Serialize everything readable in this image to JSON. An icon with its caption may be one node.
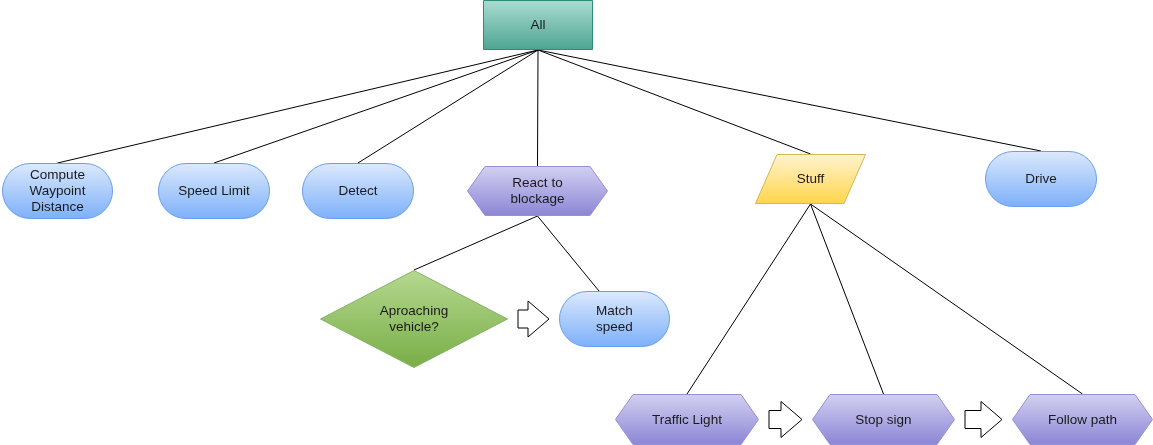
{
  "diagram": {
    "nodes": [
      {
        "text": [
          "All"
        ]
      },
      {
        "text": [
          "Compute Waypoint Distance"
        ]
      },
      {
        "text": [
          "Speed Limit"
        ]
      },
      {
        "text": [
          "Detect"
        ]
      },
      {
        "text": [
          "React to blockage"
        ]
      },
      {
        "text": [
          "Stuff"
        ]
      },
      {
        "text": [
          "Drive"
        ]
      },
      {
        "text": [
          "Aproaching vehicle?"
        ]
      },
      {
        "text": [
          "Match speed"
        ]
      },
      {
        "text": [
          "Traffic Light"
        ]
      },
      {
        "text": [
          "Stop sign"
        ]
      },
      {
        "text": [
          "Follow path"
        ]
      }
    ],
    "edges": [
      {
        "from": 0,
        "to": 1,
        "arrow": "none"
      },
      {
        "from": 0,
        "to": 2,
        "arrow": "none"
      },
      {
        "from": 0,
        "to": 3,
        "arrow": "none"
      },
      {
        "from": 0,
        "to": 4,
        "arrow": "none"
      },
      {
        "from": 0,
        "to": 5,
        "arrow": "none"
      },
      {
        "from": 0,
        "to": 6,
        "arrow": "none"
      },
      {
        "from": 4,
        "to": 7,
        "arrow": "none"
      },
      {
        "from": 4,
        "to": 8,
        "arrow": "none"
      },
      {
        "from": 7,
        "to": 8,
        "arrow": "to"
      },
      {
        "from": 5,
        "to": 9,
        "arrow": "none"
      },
      {
        "from": 5,
        "to": 10,
        "arrow": "none"
      },
      {
        "from": 5,
        "to": 11,
        "arrow": "none"
      },
      {
        "from": 9,
        "to": 10,
        "arrow": "to"
      },
      {
        "from": 10,
        "to": 11,
        "arrow": "to"
      }
    ]
  }
}
